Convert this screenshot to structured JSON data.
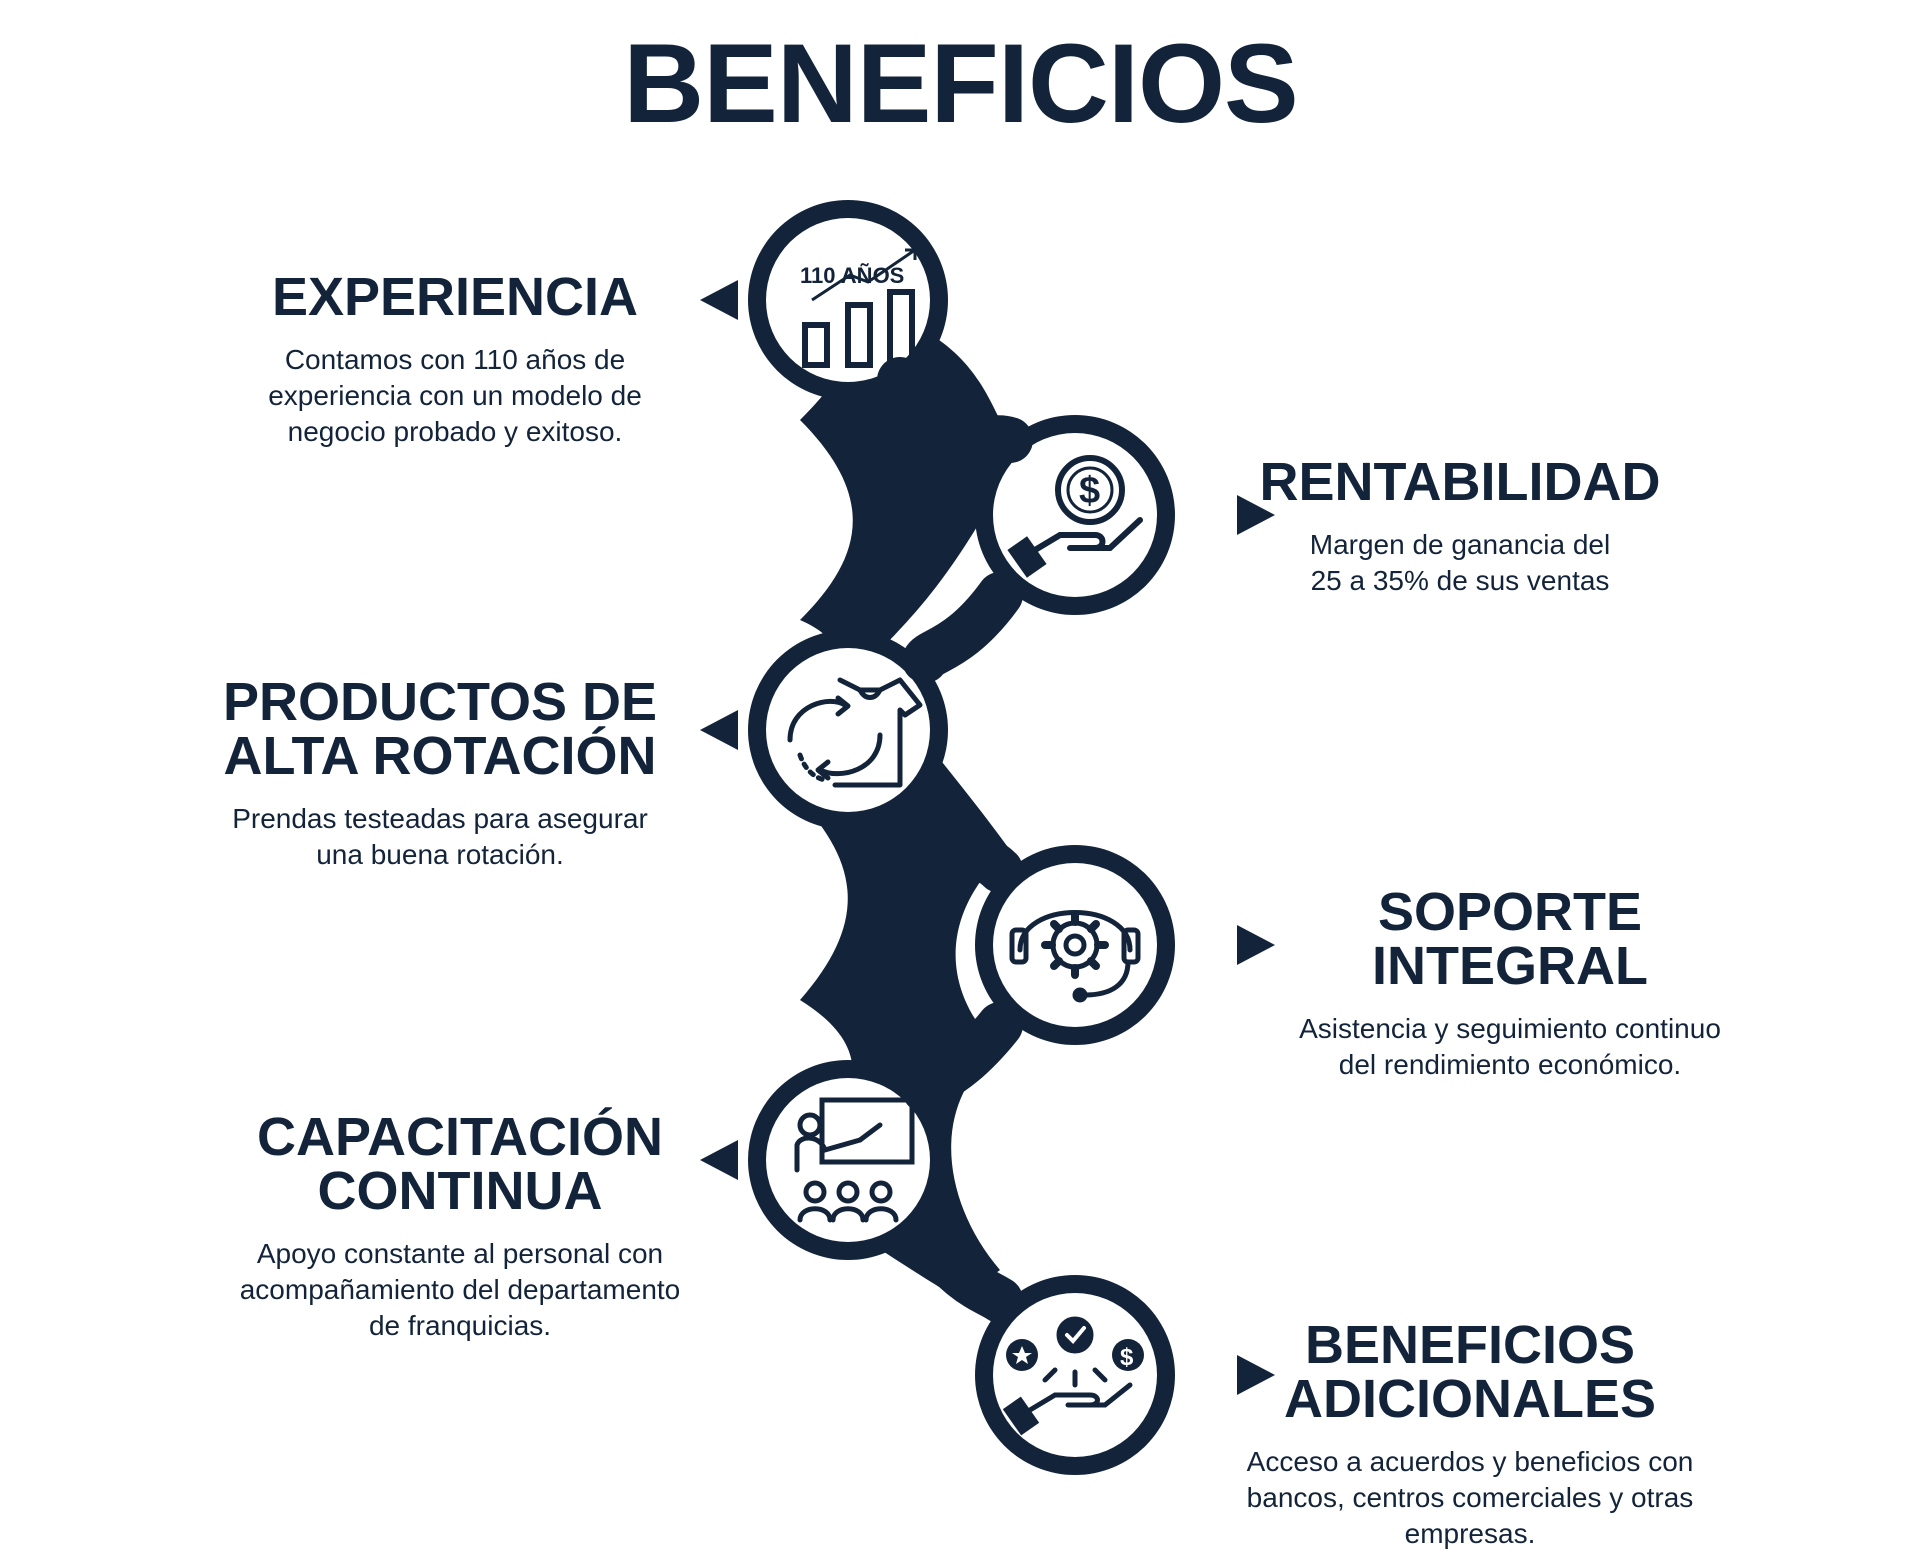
{
  "title": "BENEFICIOS",
  "colors": {
    "navy": "#13243a",
    "white": "#ffffff"
  },
  "items": [
    {
      "title_lines": [
        "EXPERIENCIA"
      ],
      "desc_lines": [
        "Contamos con 110 años de",
        "experiencia con un modelo de",
        "negocio probado y exitoso."
      ],
      "icon": "bar-chart-growth-icon",
      "icon_text": "110 AÑOS"
    },
    {
      "title_lines": [
        "RENTABILIDAD"
      ],
      "desc_lines": [
        "Margen de ganancia del",
        "25 a 35% de sus ventas"
      ],
      "icon": "hand-dollar-coin-icon",
      "icon_text": "$"
    },
    {
      "title_lines": [
        "PRODUCTOS DE",
        "ALTA ROTACIÓN"
      ],
      "desc_lines": [
        "Prendas testeadas para asegurar",
        "una buena rotación."
      ],
      "icon": "shirt-rotation-icon"
    },
    {
      "title_lines": [
        "SOPORTE INTEGRAL"
      ],
      "desc_lines": [
        "Asistencia y seguimiento continuo",
        "del rendimiento económico."
      ],
      "icon": "headset-gear-icon"
    },
    {
      "title_lines": [
        "CAPACITACIÓN",
        "CONTINUA"
      ],
      "desc_lines": [
        "Apoyo constante al personal con",
        "acompañamiento del departamento",
        "de franquicias."
      ],
      "icon": "presentation-training-icon"
    },
    {
      "title_lines": [
        "BENEFICIOS",
        "ADICIONALES"
      ],
      "desc_lines": [
        "Acceso a acuerdos y beneficios con",
        "bancos, centros comerciales y otras",
        "empresas."
      ],
      "icon": "hand-rewards-icon",
      "icon_text": "$"
    }
  ]
}
